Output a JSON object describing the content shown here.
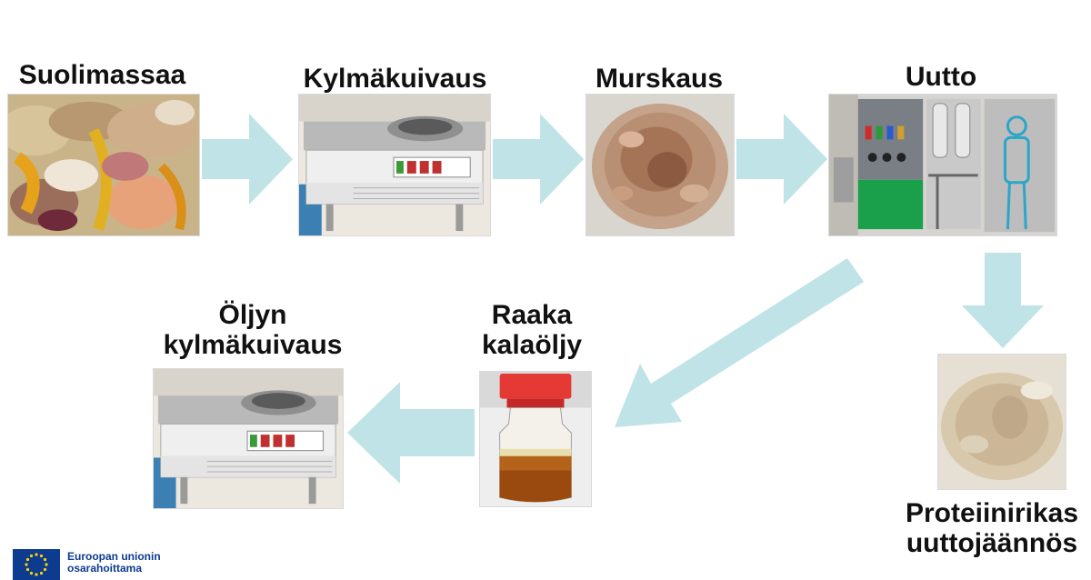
{
  "steps": {
    "suolimassaa": "Suolimassaa",
    "kylmakuivaus": "Kylmäkuivaus",
    "murskaus": "Murskaus",
    "uutto": "Uutto",
    "oljyn_line1": "Öljyn",
    "oljyn_line2": "kylmäkuivaus",
    "raaka_line1": "Raaka",
    "raaka_line2": "kalaöljy",
    "protein_line1": "Proteiinirikas",
    "protein_line2": "uuttojäännös"
  },
  "footer": {
    "eu_line1": "Euroopan unionin",
    "eu_line2": "osarahoittama"
  },
  "colors": {
    "arrow": "#bfe3e6",
    "eu_blue": "#0d3b8f",
    "eu_star": "#ffd400"
  },
  "icons": {
    "flow_arrow": "arrow-icon",
    "eu_flag": "eu-flag-icon"
  }
}
